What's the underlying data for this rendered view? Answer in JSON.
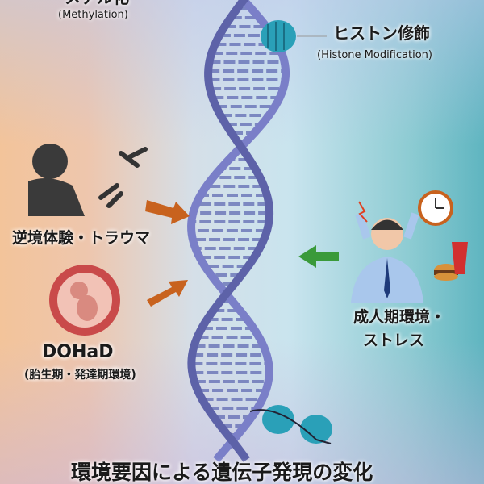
{
  "labels": {
    "methylation_jp": "メチル化",
    "methylation_en": "(Methylation)",
    "histone_jp": "ヒストン修飾",
    "histone_en": "(Histone Modification)",
    "adversity": "逆境体験・トラウマ",
    "dohad": "DOHaD",
    "dohad_sub": "(胎生期・発達期環境)",
    "adult_1": "成人期環境・",
    "adult_2": "ストレス",
    "title": "環境要因による遺伝子発現の変化"
  },
  "colors": {
    "left_arrow": "#c8621e",
    "right_arrow": "#3a9a3a",
    "histone": "#2aa0b8",
    "dna": "#6a70b8"
  }
}
